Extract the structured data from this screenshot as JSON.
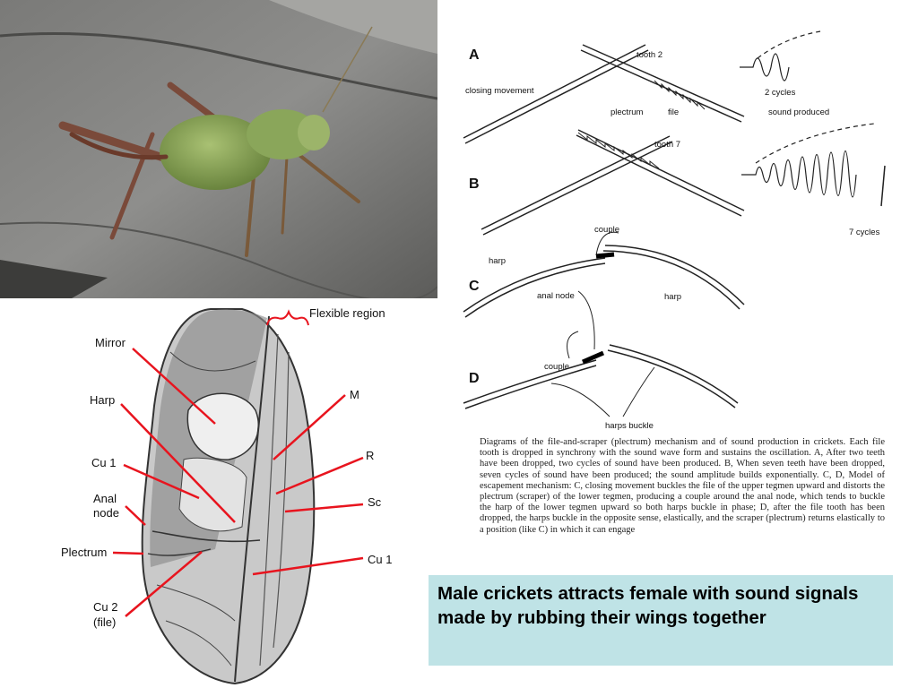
{
  "wing": {
    "flexible_region": "Flexible region",
    "mirror": "Mirror",
    "harp": "Harp",
    "cu1_left": "Cu 1",
    "anal_node_1": "Anal",
    "anal_node_2": "node",
    "plectrum": "Plectrum",
    "cu2_1": "Cu 2",
    "cu2_2": "(file)",
    "m": "M",
    "r": "R",
    "sc": "Sc",
    "cu1_right": "Cu 1"
  },
  "mechanism": {
    "panel_a": "A",
    "panel_b": "B",
    "panel_c": "C",
    "panel_d": "D",
    "closing_movement": "closing movement",
    "tooth_2": "tooth 2",
    "plectrum": "plectrum",
    "file": "file",
    "two_cycles": "2 cycles",
    "sound_produced": "sound produced",
    "tooth_7": "tooth 7",
    "seven_cycles": "7 cycles",
    "couple_c": "couple",
    "harp_c_left": "harp",
    "harp_c_right": "harp",
    "anal_node": "anal node",
    "couple_d": "couple",
    "harps_buckle": "harps buckle"
  },
  "caption": "Diagrams of the file-and-scraper (plectrum) mechanism and of sound production in crickets. Each file tooth is dropped in synchrony with the sound wave form and sustains the oscillation. A, After two teeth have been dropped, two cycles of sound have been produced. B, When seven teeth have been dropped, seven cycles of sound have been produced; the sound amplitude builds exponentially. C, D, Model of escapement mechanism: C, closing movement buckles the file of the upper tegmen upward and distorts the plectrum (scraper) of the lower tegmen, producing a couple around the anal node, which tends to buckle the harp of the lower tegmen upward so both harps buckle in phase; D, after the file tooth has been dropped, the harps buckle in the opposite sense, elastically, and the scraper (plectrum) returns elastically to a position (like C) in which it can engage",
  "callout": "Male crickets attracts female with sound signals made  by rubbing their wings together",
  "colors": {
    "callout_bg": "#bfe3e6",
    "leader_lines": "#e8141e",
    "rock": "#6e6e6e",
    "cricket_body": "#7d9a4e"
  }
}
